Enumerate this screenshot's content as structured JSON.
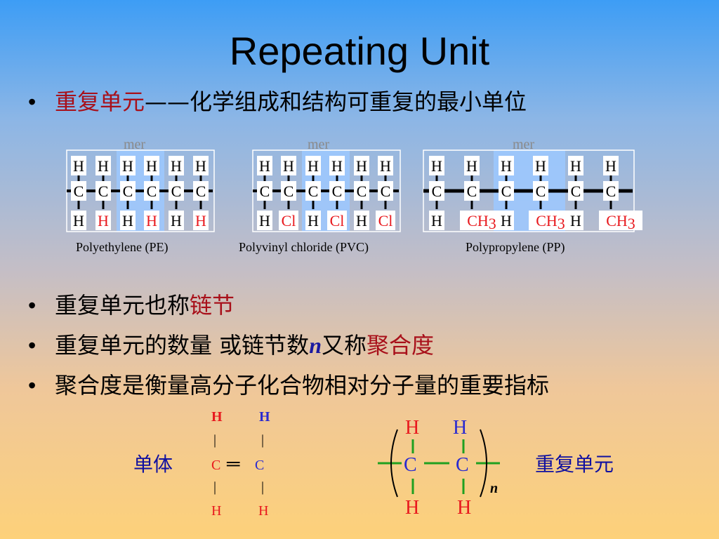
{
  "title": "Repeating Unit",
  "bullets": {
    "b1": {
      "term": "重复单元",
      "rest": "——化学组成和结构可重复的最小单位"
    },
    "b2": {
      "text": "重复单元也称",
      "term": "链节"
    },
    "b3": {
      "text": "重复单元的数量 或链节数",
      "n": "n",
      "mid": "又称",
      "term": "聚合度"
    },
    "b4": {
      "text": "聚合度是衡量高分子化合物相对分子量的重要指标"
    }
  },
  "polymers": {
    "mer": "mer",
    "pe": {
      "name": "Polyethylene (PE)"
    },
    "pvc": {
      "name": "Polyvinyl chloride (PVC)"
    },
    "pp": {
      "name": "Polypropylene (PP)"
    }
  },
  "atoms": {
    "H": "H",
    "C": "C",
    "Cl": "Cl",
    "CH": "CH",
    "three": "3"
  },
  "monomer": {
    "label": "单体",
    "double_bond": "═"
  },
  "repeat": {
    "label": "重复单元",
    "n": "n"
  },
  "colors": {
    "red": "#e8191e",
    "blue": "#2a2ad0",
    "green": "#20a020",
    "highlight": "#9cc8ff"
  }
}
